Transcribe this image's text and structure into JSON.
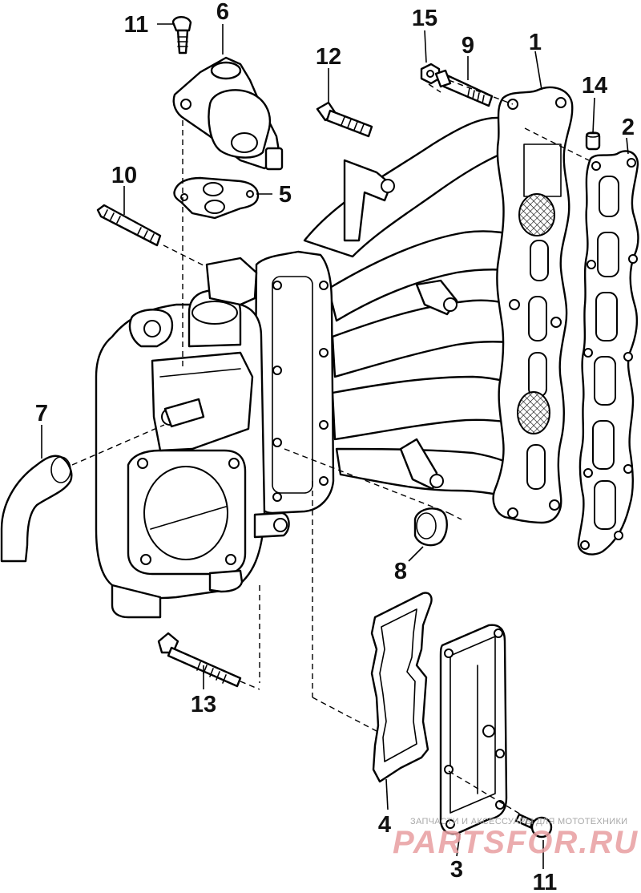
{
  "callouts": {
    "c1": "1",
    "c2": "2",
    "c3": "3",
    "c4": "4",
    "c5": "5",
    "c6": "6",
    "c7": "7",
    "c8": "8",
    "c9": "9",
    "c10": "10",
    "c11a": "11",
    "c11b": "11",
    "c12": "12",
    "c13": "13",
    "c14": "14",
    "c15": "15"
  },
  "watermark": {
    "line1": "ЗАПЧАСТИ И АКСЕССУАРЫ ДЛЯ МОТОТЕХНИКИ",
    "line2": "PARTSFOR.RU"
  },
  "colors": {
    "ink": "#000000",
    "watermark_text": "#a8a8a8",
    "watermark_logo": "#e89ea0"
  }
}
